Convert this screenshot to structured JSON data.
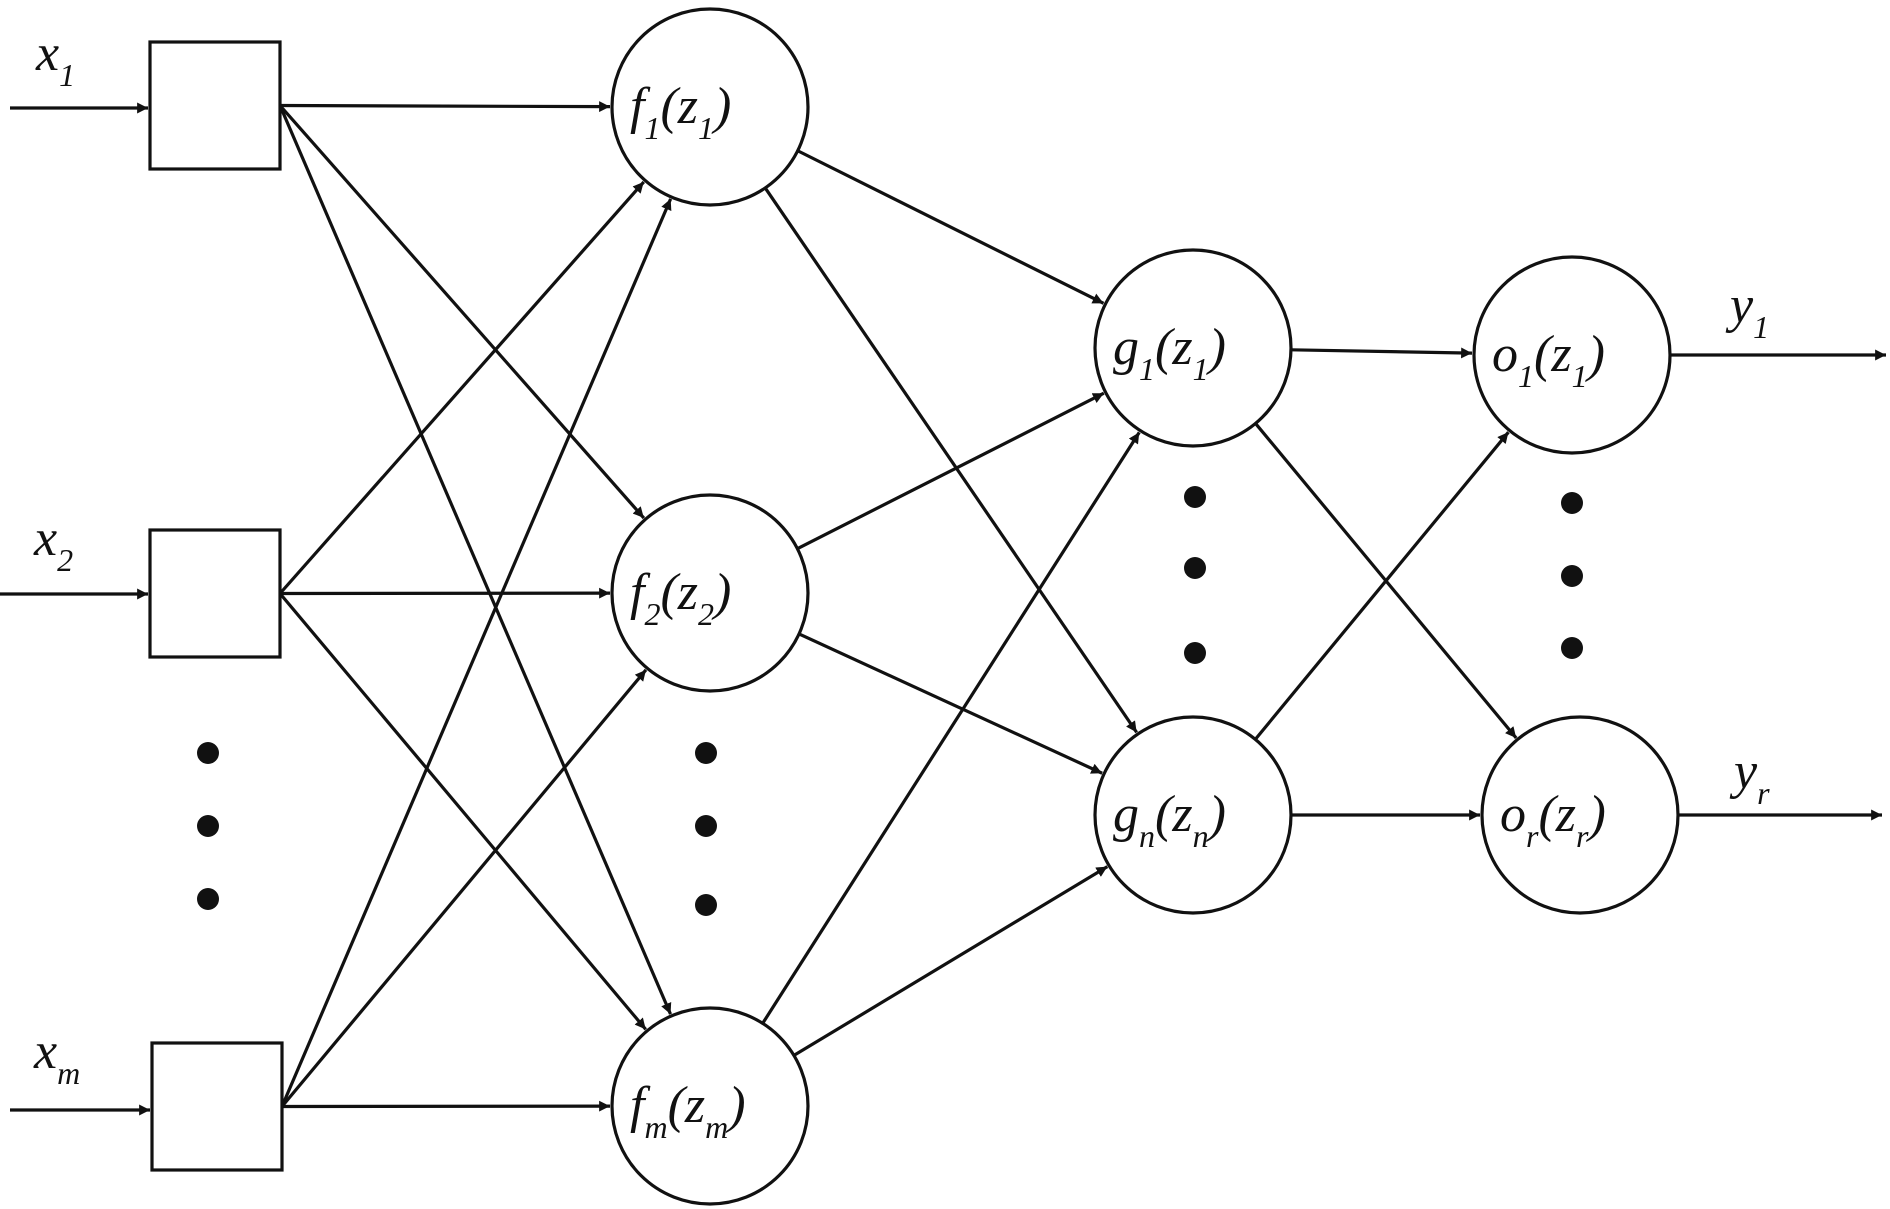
{
  "colors": {
    "line": "#111111",
    "fill": "#ffffff"
  },
  "inputs": [
    {
      "label": "x",
      "sub": "1"
    },
    {
      "label": "x",
      "sub": "2"
    },
    {
      "label": "x",
      "sub": "m"
    }
  ],
  "layer_f": [
    {
      "fn": "f",
      "fn_sub": "1",
      "arg": "z",
      "arg_sub": "1"
    },
    {
      "fn": "f",
      "fn_sub": "2",
      "arg": "z",
      "arg_sub": "2"
    },
    {
      "fn": "f",
      "fn_sub": "m",
      "arg": "z",
      "arg_sub": "m"
    }
  ],
  "layer_g": [
    {
      "fn": "g",
      "fn_sub": "1",
      "arg": "z",
      "arg_sub": "1"
    },
    {
      "fn": "g",
      "fn_sub": "n",
      "arg": "z",
      "arg_sub": "n"
    }
  ],
  "layer_o": [
    {
      "fn": "o",
      "fn_sub": "1",
      "arg": "z",
      "arg_sub": "1"
    },
    {
      "fn": "o",
      "fn_sub": "r",
      "arg": "z",
      "arg_sub": "r"
    }
  ],
  "outputs": [
    {
      "label": "y",
      "sub": "1"
    },
    {
      "label": "y",
      "sub": "r"
    }
  ]
}
